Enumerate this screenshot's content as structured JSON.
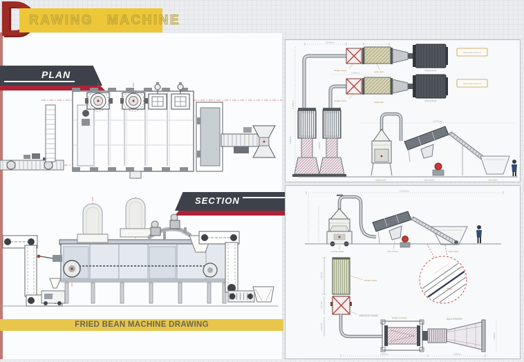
{
  "header": {
    "big_letter": "D",
    "title": "RAWING MACHINE"
  },
  "left": {
    "plan_label": "PLAN",
    "section_label": "SECTION",
    "footer": "FRIED BEAN MACHINE DRAWING"
  },
  "box1": {
    "tag1": "rotary dryer set no.1",
    "tag2": "rotary dryer set no.2",
    "dryer1": "Rotary Dryer",
    "dryer2": "Rotary Dryer",
    "vib1": "vibrator chute",
    "screw1": "outlet duct",
    "vib2": "vibrator chute",
    "screw2": "outlet duct",
    "dim_top": "2,670mm",
    "dim_top2": "1,095mm",
    "dim_left": "2,130mm",
    "dim_t1": "1,800mm",
    "dim_t2": "1,800mm",
    "dim_mid": "12,670mm",
    "lbl_cyclone": "cyclone tank",
    "lbl_screen": "vibro screen",
    "lbl_belt": "belt feeder"
  },
  "box2": {
    "dim_top": "14,670mm",
    "lbl_roaster": "cyclone roaster",
    "lbl_hopper": "vibro screen",
    "lbl_bulk": "bulk hopper",
    "lbl_chute": "vibrator chute",
    "vibrator": "VIBRATOR CRANK",
    "bulk_feeder": "BULK FEEDER",
    "lbl_shaker": "shaker conveyor",
    "dim1": "5,115 mm",
    "dim2": "1,017 mm",
    "dim3": "4,470 mm",
    "dim_b1": "2,600mm",
    "dim_b2": "2,200mm",
    "dim_r": "1,190mm",
    "detail_dim": "750 mm"
  },
  "colors": {
    "accent_red": "#ab2338",
    "banner_dark": "#3d424a",
    "header_yellow": "#edc738",
    "footer_yellow": "#e7c64b",
    "big_letter_red": "#9e2b26",
    "detail_red": "#c05050"
  }
}
